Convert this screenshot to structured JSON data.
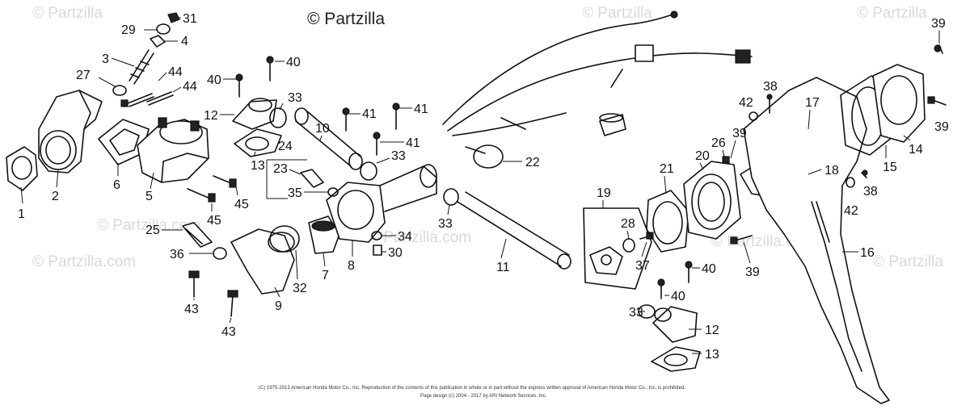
{
  "watermark": {
    "brand": "© Partzilla",
    "faint_text": "© Partzilla.com"
  },
  "callouts": [
    "1",
    "2",
    "3",
    "4",
    "5",
    "6",
    "7",
    "8",
    "9",
    "10",
    "11",
    "12",
    "13",
    "14",
    "15",
    "16",
    "17",
    "18",
    "19",
    "20",
    "21",
    "22",
    "23",
    "24",
    "25",
    "26",
    "27",
    "28",
    "29",
    "30",
    "31",
    "32",
    "33",
    "34",
    "35",
    "36",
    "37",
    "38",
    "39",
    "40",
    "41",
    "42",
    "43",
    "44",
    "45"
  ],
  "footer": {
    "line1": "(C) 1975-2013 American Honda Motor Co., Inc. Reproduction of the contents of this publication in whole or in part without the express written approval of American Honda Motor Co., Inc. is prohibited.",
    "line2": "Page design (c) 2004 - 2017 by ARI Network Services, Inc."
  },
  "colors": {
    "ink": "#111111",
    "watermark": "#d9d9d9",
    "background": "#ffffff"
  }
}
